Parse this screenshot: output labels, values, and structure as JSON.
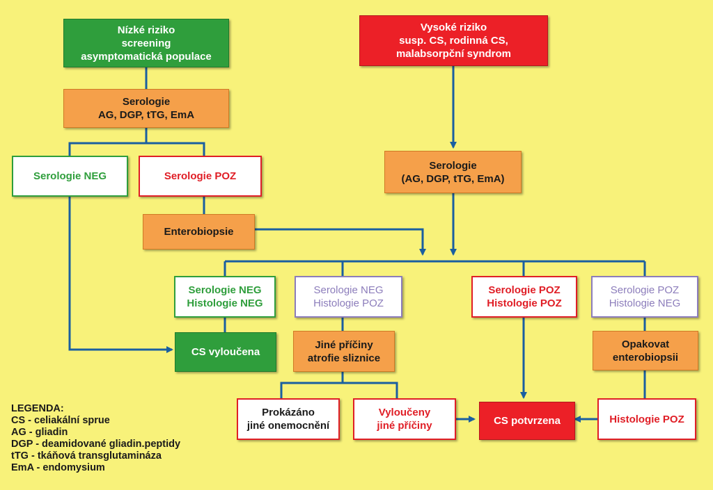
{
  "nodes": {
    "low_risk": [
      "Nízké riziko",
      "screening",
      "asymptomatická populace"
    ],
    "high_risk": [
      "Vysoké riziko",
      "susp. CS, rodinná CS,",
      "malabsorpční syndrom"
    ],
    "serology_left": [
      "Serologie",
      "AG, DGP, tTG, EmA"
    ],
    "serology_right": [
      "Serologie",
      "(AG, DGP, tTG, EmA)"
    ],
    "serology_neg": [
      "Serologie NEG"
    ],
    "serology_poz": [
      "Serologie POZ"
    ],
    "enterobiopsy": [
      "Enterobiopsie"
    ],
    "neg_neg": [
      "Serologie NEG",
      "Histologie NEG"
    ],
    "neg_poz": [
      "Serologie NEG",
      "Histologie POZ"
    ],
    "poz_poz": [
      "Serologie POZ",
      "Histologie POZ"
    ],
    "poz_neg": [
      "Serologie POZ",
      "Histologie NEG"
    ],
    "cs_excluded": [
      "CS vyloučena"
    ],
    "other_causes": [
      "Jiné příčiny",
      "atrofie sliznice"
    ],
    "repeat_biopsy": [
      "Opakovat",
      "enterobiopsii"
    ],
    "other_disease": [
      "Prokázáno",
      "jiné onemocnění"
    ],
    "causes_excluded": [
      "Vyloučeny",
      "jiné příčiny"
    ],
    "cs_confirmed": [
      "CS potvrzena"
    ],
    "histology_poz": [
      "Histologie POZ"
    ]
  },
  "legend": {
    "title": "LEGENDA:",
    "items": [
      "CS - celiakální sprue",
      "AG - gliadin",
      "DGP - deamidované gliadin.peptidy",
      "tTG - tkáňová transglutamináza",
      "EmA - endomysium"
    ]
  },
  "colors": {
    "background": "#f8f27a",
    "connector": "#1a5fa0",
    "green": "#2f9e3c",
    "red": "#ec2027",
    "orange": "#f5a04a",
    "purple": "#8c7dbb"
  }
}
